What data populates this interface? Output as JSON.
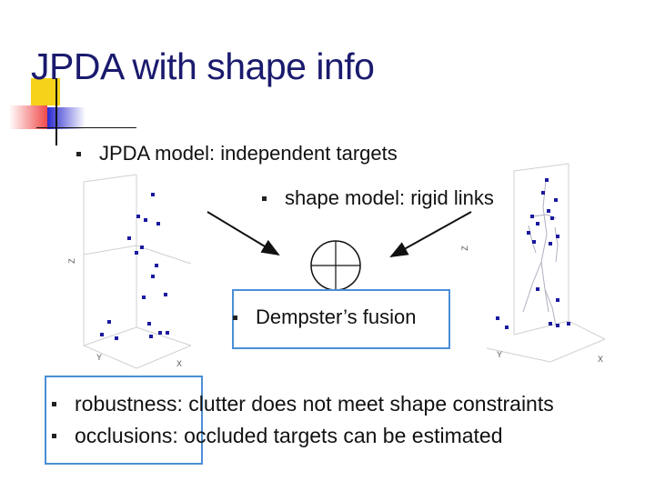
{
  "slide": {
    "title": "JPDA with shape info",
    "bullet_jpda": "JPDA model: independent targets",
    "bullet_shape": "shape model: rigid links",
    "bullet_dempster": "Dempster’s fusion",
    "bullet_robustness": "robustness: clutter does not meet shape constraints",
    "bullet_occlusions": "occlusions: occluded targets can be estimated"
  },
  "plot_left": {
    "axis_z": "Z",
    "axis_y": "Y",
    "axis_x": "X"
  },
  "plot_right": {
    "axis_z": "Z",
    "axis_y": "Y",
    "axis_x": "X"
  },
  "colors": {
    "title": "#1a1a6e",
    "accent_box": "#4a8fd6",
    "points": "#1a1aa0",
    "deco_yellow": "#f7d21a",
    "deco_red": "#f04a4a",
    "deco_blue": "#2a2ad0"
  }
}
